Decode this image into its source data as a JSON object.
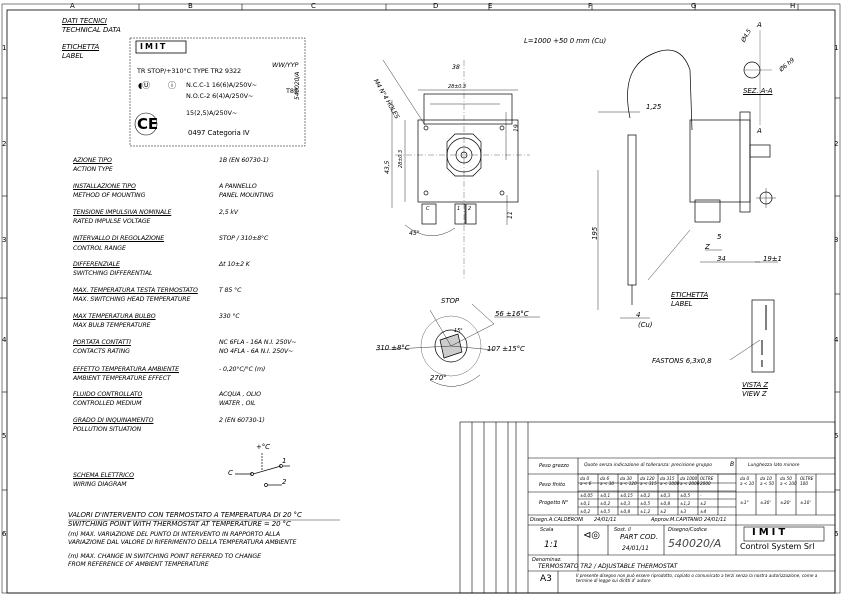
{
  "grid": {
    "cols": [
      "A",
      "B",
      "C",
      "D",
      "E",
      "F",
      "G",
      "H"
    ],
    "rows": [
      "1",
      "2",
      "3",
      "4",
      "5",
      "6"
    ]
  },
  "header": {
    "title1": "DATI TECNICI",
    "title2": "TECHNICAL DATA",
    "label1": "ETICHETTA",
    "label2": "LABEL"
  },
  "label_box": {
    "brand": "IMIT",
    "code": "WW/YYP",
    "type_line": "TR STOP/+310°C TYPE TR2 9322",
    "nc": "N.C.C-1 16(6)A/250V~",
    "no": "N.O.C-2 6(4)A/250V~",
    "t85": "T85",
    "ul": "15(2,5)A/250V~",
    "ce": "CE",
    "category": "0497 Categoria IV",
    "side_code": "540020/A"
  },
  "specs": [
    {
      "it": "AZIONE TIPO",
      "en": "ACTION TYPE",
      "val": "1B (EN 60730-1)"
    },
    {
      "it": "INSTALLAZIONE TIPO",
      "en": "METHOD OF MOUNTING",
      "val": "A PANNELLO",
      "val2": "PANEL MOUNTING"
    },
    {
      "it": "TENSIONE IMPULSIVA NOMINALE",
      "en": "RATED IMPULSE VOLTAGE",
      "val": "2,5 kV"
    },
    {
      "it": "INTERVALLO DI REGOLAZIONE",
      "en": "CONTROL RANGE",
      "val": "STOP / 310±8°C"
    },
    {
      "it": "DIFFERENZIALE",
      "en": "SWITCHING DIFFERENTIAL",
      "val": "Δt 10±2 K"
    },
    {
      "it": "MAX. TEMPERATURA TESTA TERMOSTATO",
      "en": "MAX. SWITCHING HEAD TEMPERATURE",
      "val": "T 85 °C"
    },
    {
      "it": "MAX TEMPERATURA BULBO",
      "en": "MAX BULB TEMPERATURE",
      "val": "330 °C"
    },
    {
      "it": "PORTATA CONTATTI",
      "en": "CONTACTS RATING",
      "val": "NC 6FLA - 16A N.I. 250V~",
      "val2": "NO 4FLA - 6A N.I. 250V~"
    },
    {
      "it": "EFFETTO TEMPERATURA AMBIENTE",
      "en": "AMBIENT TEMPERATURE EFFECT",
      "val": "- 0,20°C/°C  (m)"
    },
    {
      "it": "FLUIDO CONTROLLATO",
      "en": "CONTROLLED MEDIUM",
      "val": "ACQUA , OLIO",
      "val2": "WATER , OIL"
    },
    {
      "it": "GRADO DI INQUINAMENTO",
      "en": "POLLUTION SITUATION",
      "val": "2 (EN 60730-1)"
    },
    {
      "it": "SCHEMA ELETTRICO",
      "en": "WIRING DIAGRAM",
      "val": ""
    }
  ],
  "wiring": {
    "plus": "+°C",
    "c": "C",
    "one": "1",
    "two": "2"
  },
  "notes": {
    "n1": "VALORI D'INTERVENTO CON TERMOSTATO A TEMPERATURA DI 20 °C",
    "n2": "SWITCHING POINT WITH THERMOSTAT AT TEMPERATURE = 20 °C",
    "n3": "(m) MAX. VARIAZIONE DEL PUNTO DI INTERVENTO IN RAPPORTO ALLA",
    "n4": "VARIAZIONE DAL VALORE DI RIFERIMENTO DELLA TEMPERATURA AMBIENTE",
    "n5": "(m) MAX. CHANGE IN SWITCHING  POINT REFERRED TO CHANGE",
    "n6": "FROM REFERENCE OF AMBIENT TEMPERATURE"
  },
  "front": {
    "holes": "M4 N°4 HOLES",
    "d38": "38",
    "d28": "28±0.3",
    "d19": "19",
    "d435": "43,5",
    "d28v": "28±0.3",
    "d11": "11",
    "d45": "45°",
    "c": "C",
    "one": "1",
    "two": "2"
  },
  "dial": {
    "stop": "STOP",
    "t56": "56 ±16°C",
    "t310": "310 ±8°C",
    "t107": "107 ±15°C",
    "a270": "270°",
    "a15": "15°"
  },
  "side": {
    "len": "L=1000 +50 0 mm (Cu)",
    "d125": "1,25",
    "d195": "195",
    "d34": "34",
    "d5": "5",
    "d19": "19±1",
    "z": "Z",
    "d4": "4",
    "d6": "Ø6 h9",
    "sez": "SEZ. A-A",
    "cu": "(Cu)",
    "d45": "Ø4,5",
    "etichetta": "ETICHETTA",
    "label": "LABEL",
    "fastons": "FASTONS 6,3x0,8",
    "vista": "VISTA Z",
    "view": "VIEW Z",
    "a": "A"
  },
  "titleblock": {
    "peso": "Peso grezzo",
    "peso_finito": "Peso finito",
    "progetto": "Progetto N°",
    "tol": "Quote senza indicazione di tolleranza: precisione gruppo",
    "tol_g": "B",
    "lung": "Lunghezza lato minore",
    "tol_heads": [
      "da 0\na < 6",
      "da 6\na < 30",
      "da 30\na < 120",
      "da 120\na < 315",
      "da 315\na < 1000",
      "da 1000\na < 2000",
      "OLTRE\n2000"
    ],
    "row_a": [
      "±0,05",
      "±0,1",
      "±0,15",
      "±0,2",
      "±0,3",
      "±0,5",
      "-"
    ],
    "row_b": [
      "±0,1",
      "±0,2",
      "±0,3",
      "±0,5",
      "±0,8",
      "±1,2",
      "±2"
    ],
    "row_c": [
      "±0,2",
      "±0,5",
      "±0,8",
      "±1,2",
      "±2",
      "±3",
      "±4"
    ],
    "ang_heads": [
      "da 0\na < 10",
      "da 10\na < 50",
      "da 50\na < 100",
      "OLTRE\n100"
    ],
    "ang_vals": [
      "±1°",
      "±30'",
      "±20'",
      "±10'"
    ],
    "disegnato": "Disegn.A.CALDERONI",
    "date1": "24/01/11",
    "approvato": "Approv.M.CAPITANIO",
    "date2": "24/01/11",
    "scala": "Scala",
    "scala_v": "1:1",
    "part": "PART COD.",
    "date3": "24/01/11",
    "disegno": "Disegno/Codice",
    "code": "540020/A",
    "denom": "Denominaz.",
    "desc": "TERMOSTATO TR2 / ADJUSTABLE THERMOSTAT",
    "size": "A3",
    "legal": "Il presente disegno non può essere riprodotto, copiato o comunicato a terzi senza la nostra autorizzazione, come a termine di legge sui diritti d' autore",
    "company": "Control System Srl",
    "brand": "IMIT",
    "s11": "Sost. il"
  }
}
